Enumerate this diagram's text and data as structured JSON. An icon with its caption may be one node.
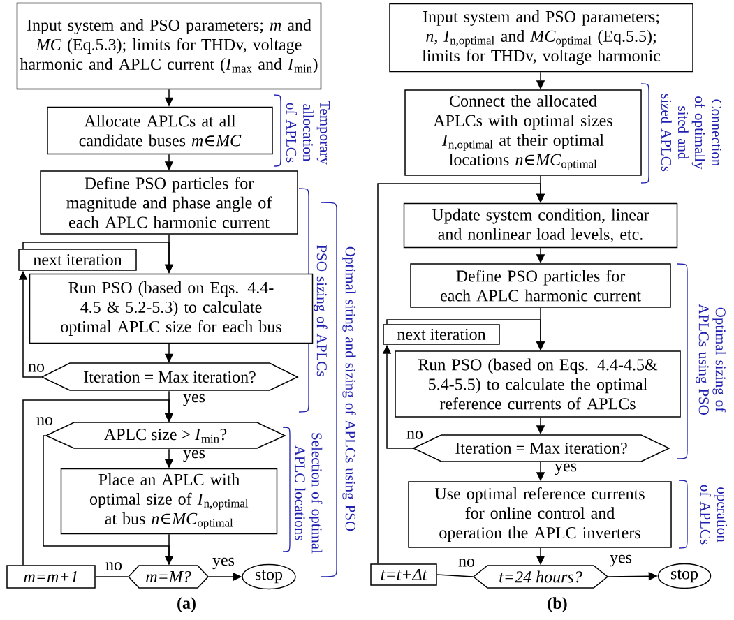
{
  "diagram": {
    "nodes": [
      {
        "text": [
          "Input system and PSO parameters; *m* and *MC* (Eq.5.3); limits for THDv, voltage harmonic and APLC current (*I*$_{max}$ and *I*$_{min}$)"
        ]
      },
      {
        "text": [
          "Allocate APLCs at all candidate buses *m*∈*MC*"
        ]
      },
      {
        "text": [
          "Define PSO particles for magnitude and phase angle of each APLC harmonic current"
        ]
      },
      {
        "text": [
          "next iteration"
        ]
      },
      {
        "text": [
          "Run PSO (based on Eqs. 4.4-4.5 & 5.2-5.3) to calculate optimal APLC size for each bus"
        ]
      },
      {
        "text": [
          "Iteration = Max iteration?"
        ]
      },
      {
        "text": [
          "APLC size > *I*$_{min}$?"
        ]
      },
      {
        "text": [
          "Place an APLC with optimal size of *I*$_{n,optimal}$ at bus *n*∈*MC*$_{optimal}$"
        ]
      },
      {
        "text": [
          "m=M?"
        ]
      },
      {
        "text": [
          "m=m+1"
        ]
      },
      {
        "text": [
          "stop"
        ]
      },
      {
        "text": [
          "Input system and PSO parameters; *n*, *I*$_{n,optimal}$ and *MC*$_{optimal}$ (Eq.5.5); limits for THDv, voltage harmonic"
        ]
      },
      {
        "text": [
          "Connect the allocated APLCs with optimal sizes *I*$_{n,optimal}$ at their optimal locations *n*∈*MC*$_{optimal}$"
        ]
      },
      {
        "text": [
          "Update system condition, linear and nonlinear load levels, etc."
        ]
      },
      {
        "text": [
          "Define PSO particles for each APLC harmonic current"
        ]
      },
      {
        "text": [
          "next iteration"
        ]
      },
      {
        "text": [
          "Run PSO (based on Eqs. 4.4-4.5& 5.4-5.5) to calculate the optimal reference currents of APLCs"
        ]
      },
      {
        "text": [
          "Iteration = Max iteration?"
        ]
      },
      {
        "text": [
          "Use optimal reference currents for online control and operation the APLC inverters"
        ]
      },
      {
        "text": [
          "t=24 hours?"
        ]
      },
      {
        "text": [
          "t=t+Δt"
        ]
      },
      {
        "text": [
          "stop"
        ]
      }
    ],
    "edges": [
      {
        "from": 0,
        "to": 1,
        "arrow": "to"
      },
      {
        "from": 1,
        "to": 2,
        "arrow": "to"
      },
      {
        "from": 2,
        "to": 4,
        "arrow": "to"
      },
      {
        "from": 5,
        "to": 3,
        "arrow": "to",
        "label": "no"
      },
      {
        "from": 3,
        "to": 4,
        "arrow": "to"
      },
      {
        "from": 4,
        "to": 5,
        "arrow": "to"
      },
      {
        "from": 5,
        "to": 6,
        "arrow": "to",
        "label": "yes"
      },
      {
        "from": 6,
        "to": 7,
        "arrow": "to",
        "label": "yes"
      },
      {
        "from": 6,
        "to": 8,
        "arrow": "to",
        "label": "no"
      },
      {
        "from": 7,
        "to": 8,
        "arrow": "to"
      },
      {
        "from": 8,
        "to": 9,
        "arrow": "none",
        "label": "no"
      },
      {
        "from": 9,
        "to": 6,
        "arrow": "to"
      },
      {
        "from": 8,
        "to": 10,
        "arrow": "to",
        "label": "yes"
      },
      {
        "from": 11,
        "to": 12,
        "arrow": "to"
      },
      {
        "from": 12,
        "to": 13,
        "arrow": "to"
      },
      {
        "from": 13,
        "to": 14,
        "arrow": "to"
      },
      {
        "from": 14,
        "to": 16,
        "arrow": "to"
      },
      {
        "from": 17,
        "to": 15,
        "arrow": "to",
        "label": "no"
      },
      {
        "from": 15,
        "to": 16,
        "arrow": "to"
      },
      {
        "from": 16,
        "to": 17,
        "arrow": "to"
      },
      {
        "from": 17,
        "to": 18,
        "arrow": "to",
        "label": "yes"
      },
      {
        "from": 18,
        "to": 19,
        "arrow": "to"
      },
      {
        "from": 19,
        "to": 20,
        "arrow": "none",
        "label": "no"
      },
      {
        "from": 20,
        "to": 13,
        "arrow": "to"
      },
      {
        "from": 19,
        "to": 21,
        "arrow": "to",
        "label": "yes"
      }
    ],
    "labels": [
      "Temporary allocation of APLCs",
      "Optimal siting and sizing of APLCs using PSO",
      "PSO sizing of APLCs",
      "Selection of optimal APLC locations",
      "(a)",
      "Connection of optimally sited and sized APLCs",
      "Optimal sizing of APLCs using PSO",
      "operation of APLCs",
      "(b)"
    ]
  }
}
